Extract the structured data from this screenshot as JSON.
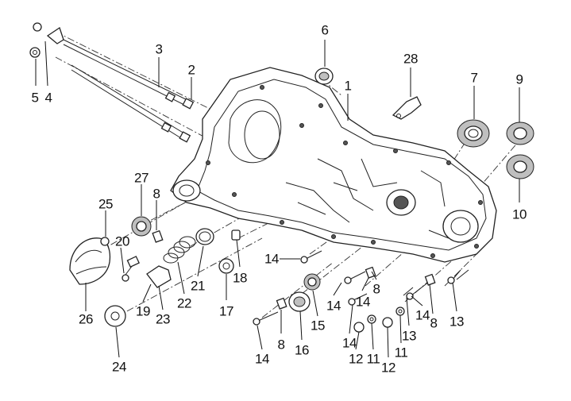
{
  "diagram": {
    "callouts": {
      "c1": "1",
      "c2": "2",
      "c3": "3",
      "c4": "4",
      "c5": "5",
      "c6": "6",
      "c7": "7",
      "c8a": "8",
      "c8b": "8",
      "c8c": "8",
      "c8d": "8",
      "c9": "9",
      "c10": "10",
      "c11a": "11",
      "c11b": "11",
      "c12a": "12",
      "c12b": "12",
      "c13a": "13",
      "c13b": "13",
      "c14a": "14",
      "c14b": "14",
      "c14c": "14",
      "c14d": "14",
      "c14e": "14",
      "c14f": "14",
      "c15": "15",
      "c16": "16",
      "c17": "17",
      "c18": "18",
      "c19": "19",
      "c20": "20",
      "c21": "21",
      "c22": "22",
      "c23": "23",
      "c24": "24",
      "c25": "25",
      "c26": "26",
      "c27": "27",
      "c28": "28"
    }
  }
}
